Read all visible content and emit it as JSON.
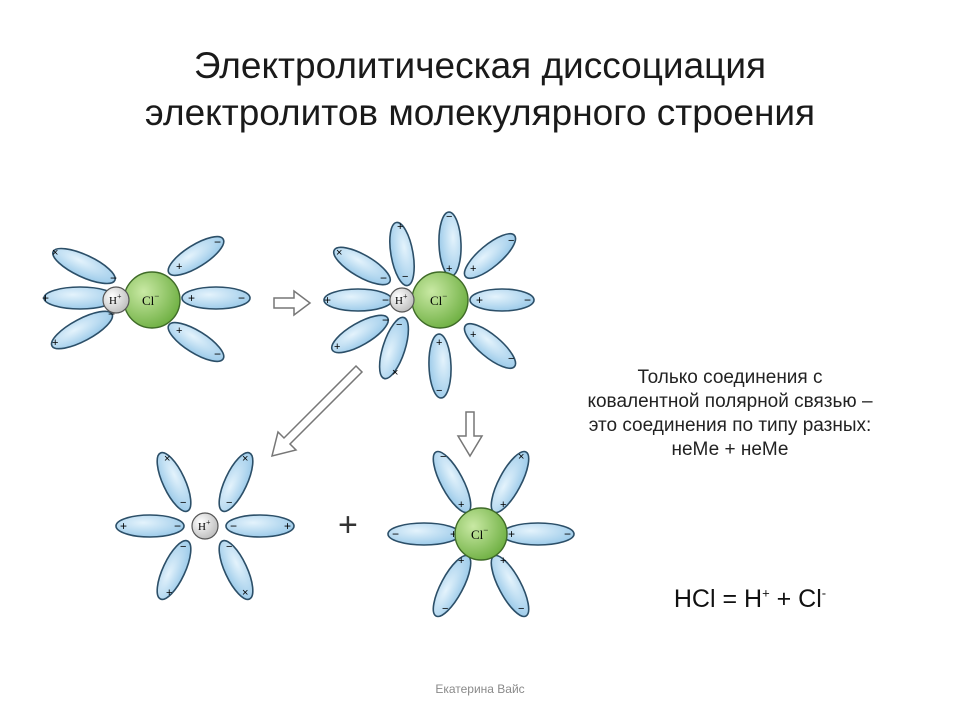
{
  "slide": {
    "title_line1": "Электролитическая диссоциация",
    "title_line2": "электролитов молекулярного строения",
    "description": [
      "Только соединения с",
      "ковалентной полярной связью –",
      "это соединения по типу разных:",
      "неМе + неМе"
    ],
    "equation": {
      "lhs": "HCl = H",
      "h_charge": "+",
      "plus": " + Cl",
      "cl_charge": "-"
    },
    "author": "Екатерина Вайс"
  },
  "diagram": {
    "h_label": "H",
    "h_charge": "+",
    "cl_label": "Cl",
    "cl_charge": "−",
    "plus_sign": "+",
    "colors": {
      "water_fill": "#a9d3ee",
      "water_stroke": "#2c4f68",
      "cl_fill": "#8cc55e",
      "h_fill": "#e8e8e8",
      "arrow": "#777777"
    }
  }
}
